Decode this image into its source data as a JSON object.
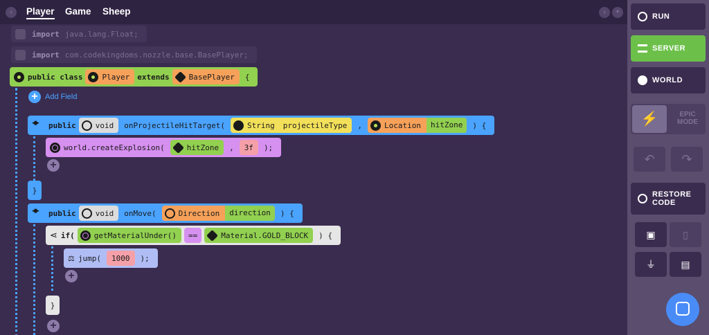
{
  "tabs": [
    "Player",
    "Game",
    "Sheep"
  ],
  "imports": [
    {
      "kw": "import",
      "path": "java.lang.Float;"
    },
    {
      "kw": "import",
      "path": "com.codekingdoms.nozzle.base.BasePlayer;"
    }
  ],
  "class_decl": {
    "kw_public_class": "public class",
    "name": "Player",
    "kw_extends": "extends",
    "parent": "BasePlayer",
    "brace": "{"
  },
  "add_field": "Add Field",
  "method1": {
    "kw_public": "public",
    "ret": "void",
    "name": "onProjectileHitTarget(",
    "p1_type": "String",
    "p1_name": "projectileType",
    "comma": ",",
    "p2_type": "Location",
    "p2_name": "hitZone",
    "close": ") {",
    "stmt_call": "world.createExplosion(",
    "stmt_arg1": "hitZone",
    "stmt_comma": ",",
    "stmt_arg2": "3f",
    "stmt_close": ");",
    "end": "}"
  },
  "method2": {
    "kw_public": "public",
    "ret": "void",
    "name": "onMove(",
    "p1_type": "Direction",
    "p1_name": "direction",
    "close": ") {",
    "if_open": "if(",
    "if_left": "getMaterialUnder()",
    "if_op": "==",
    "if_right": "Material.GOLD_BLOCK",
    "if_close": ") {",
    "jump_call": "jump(",
    "jump_arg": "1000",
    "jump_close": ");",
    "if_end": "}"
  },
  "sidebar": {
    "run": "RUN",
    "server": "SERVER",
    "world": "WORLD",
    "epic_mode": "EPIC MODE",
    "restore_code": "RESTORE CODE"
  },
  "colors": {
    "bg": "#3a2c4f",
    "green": "#6cc04a",
    "blue": "#4aa3ff",
    "class_green": "#92d050"
  }
}
